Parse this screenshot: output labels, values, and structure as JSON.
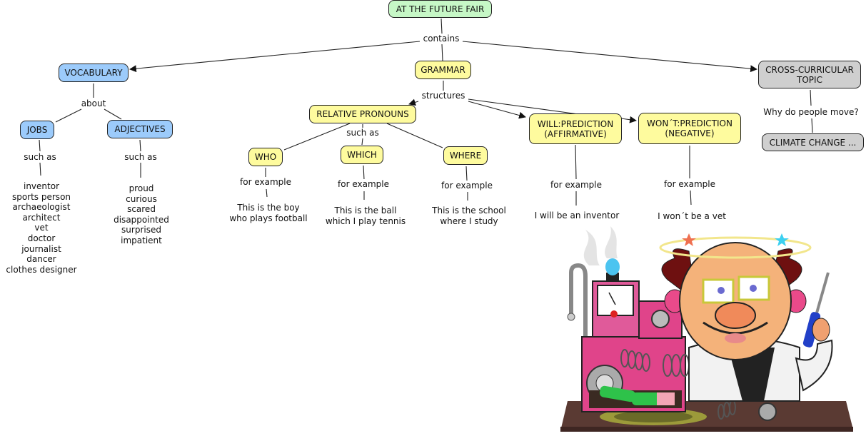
{
  "map": {
    "root": "AT THE FUTURE FAIR",
    "root_link": "contains",
    "vocabulary": {
      "title": "VOCABULARY",
      "link": "about",
      "jobs": {
        "title": "JOBS",
        "link": "such as",
        "items": "inventor\nsports person\narchaeologist\narchitect\nvet\ndoctor\njournalist\ndancer\nclothes designer"
      },
      "adjectives": {
        "title": "ADJECTIVES",
        "link": "such as",
        "items": "proud\ncurious\nscared\ndisappointed\nsurprised\nimpatient"
      }
    },
    "grammar": {
      "title": "GRAMMAR",
      "link": "structures",
      "relative_pronouns": {
        "title": "RELATIVE PRONOUNS",
        "link": "such as",
        "who": {
          "title": "WHO",
          "link": "for example",
          "example": "This is the boy\nwho plays football"
        },
        "which": {
          "title": "WHICH",
          "link": "for example",
          "example": "This is the ball\nwhich I play tennis"
        },
        "where": {
          "title": "WHERE",
          "link": "for example",
          "example": "This is the school\nwhere I study"
        }
      },
      "will": {
        "title": "WILL:PREDICTION\n(AFFIRMATIVE)",
        "link": "for example",
        "example": "I will be an inventor"
      },
      "wont": {
        "title": "WON´T:PREDICTION\n(NEGATIVE)",
        "link": "for example",
        "example": "I won´t be a vet"
      }
    },
    "cross": {
      "title": "CROSS-CURRICULAR\nTOPIC",
      "link": "Why do people move?",
      "child": "CLIMATE CHANGE ..."
    }
  },
  "illustration": {
    "icon": "mad-scientist-cartoon-icon"
  },
  "colors": {
    "root": "#c6f7c6",
    "vocabulary": "#9ccbfb",
    "grammar": "#fefb9e",
    "cross": "#cfcfcf"
  }
}
